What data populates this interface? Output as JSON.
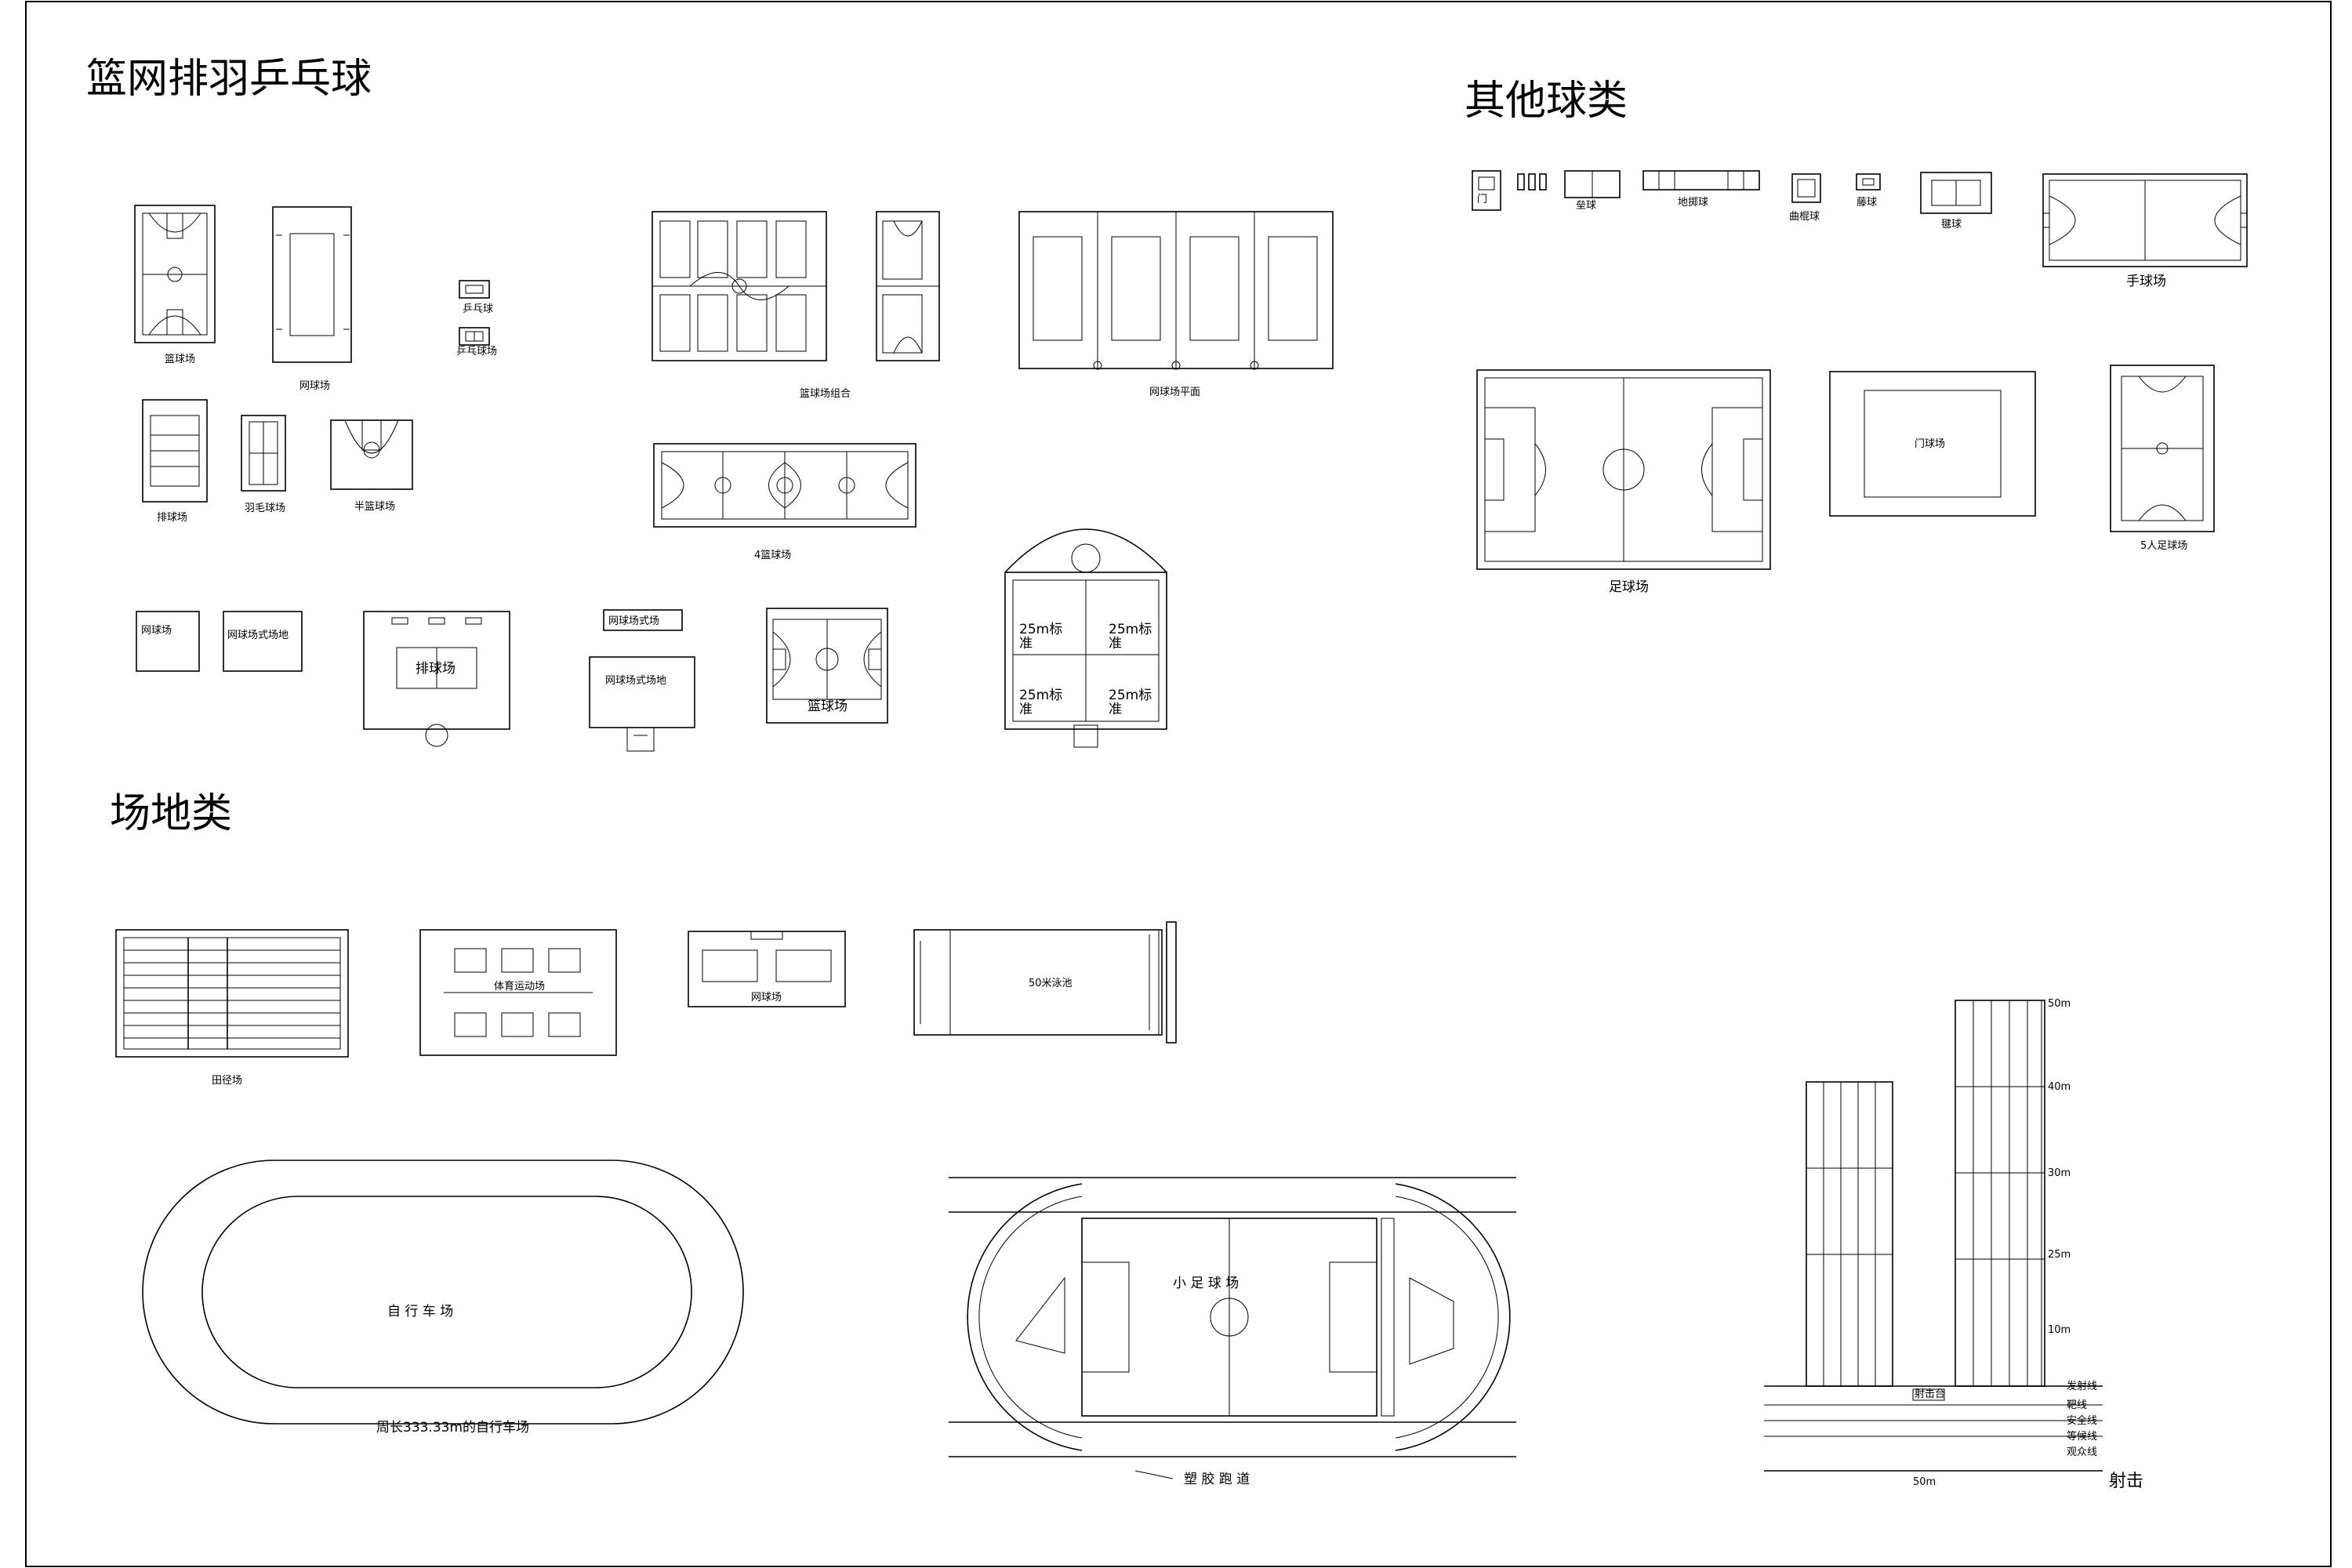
{
  "headings": {
    "ball_sports": "篮网排羽乒乓球",
    "other_balls": "其他球类",
    "venues": "场地类"
  },
  "labels": {
    "basketball": "篮球场",
    "tennis": "网球场",
    "pingpong_a": "乒乓球",
    "pingpong_b": "乒乓球场",
    "volleyball": "排球场",
    "badminton": "羽毛球场",
    "half_basketball": "半篮球场",
    "bball_combo": "篮球场组合",
    "tennis_combo": "网球场平面",
    "four_bball": "4篮球场",
    "court_small": "网球场",
    "tennis_detail": "网球场式场地",
    "volley_field": "排球场",
    "tennis_detail_top": "网球场式场",
    "tennis_detail_box": "网球场式场地",
    "bball_field": "篮球场",
    "pole_a": "25m标",
    "pole_b": "25m标",
    "pole_c": "25m标",
    "pole_d": "25m标",
    "pole_sub": "准",
    "small_1": "门",
    "small_2": "垒球",
    "small_3": "地掷球",
    "small_4": "曲棍球",
    "small_5": "藤球",
    "small_6": "毽球",
    "handball": "手球场",
    "football": "足球场",
    "gate_ball": "门球场",
    "futsal": "5人足球场",
    "track_field": "田径场",
    "sport_center": "体育运动场",
    "tennis_court2": "网球场",
    "pool": "50米泳池",
    "cycle_inner": "自 行 车 场",
    "cycle_caption": "周长333.33m的自行车场",
    "small_football": "小 足 球 场",
    "plastic_track": "塑 胶 跑 道",
    "shooting": "射击",
    "shooting_station": "射击台",
    "shooting_base": "50m",
    "lane_marks": [
      "50m",
      "40m",
      "30m",
      "25m",
      "10m"
    ],
    "ground_marks": [
      "发射线",
      "靶线",
      "安全线",
      "等候线",
      "观众线"
    ]
  }
}
